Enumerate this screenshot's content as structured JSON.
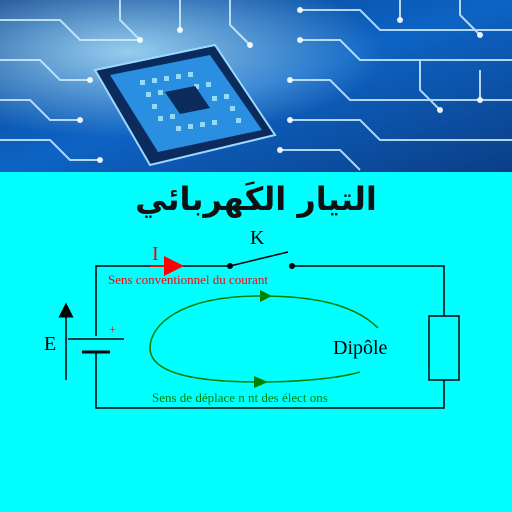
{
  "title": "التيار الكَهربائي",
  "labels": {
    "current": "I",
    "switch": "K",
    "conventional": "Sens conventionnel du courant",
    "generator": "E",
    "plus": "+",
    "dipole": "Dipôle",
    "electrons": "Sens de déplace n nt des élect ons"
  },
  "colors": {
    "background": "#00ffff",
    "current_arrow": "#ff0000",
    "electron_loop": "#008000",
    "conventional_text": "#ff0000",
    "electrons_text": "#008000",
    "wire": "#000000",
    "plus_sign": "#ff0000"
  },
  "banner": {
    "image": "circuit-board-chip-photo"
  }
}
